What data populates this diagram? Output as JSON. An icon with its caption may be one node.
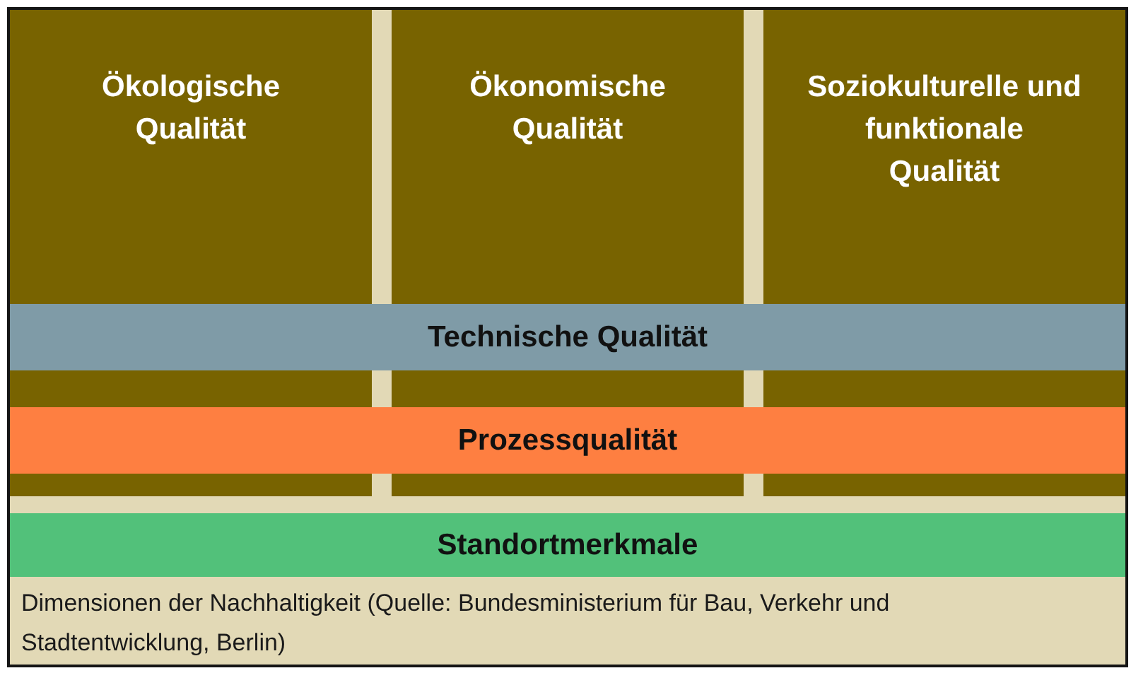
{
  "diagram": {
    "caption": "Dimensionen der Nachhaltigkeit (Quelle: Bundesministerium für Bau, Verkehr und Stadtentwicklung, Berlin)",
    "nodes": [
      {
        "text": [
          "Ökologische Qualität"
        ]
      },
      {
        "text": [
          "Ökonomische Qualität"
        ]
      },
      {
        "text": [
          "Soziokulturelle und funktionale Qualität"
        ]
      },
      {
        "text": [
          "Technische Qualität"
        ]
      },
      {
        "text": [
          "Prozessqualität"
        ]
      },
      {
        "text": [
          "Standortmerkmale"
        ]
      }
    ],
    "edges": []
  }
}
